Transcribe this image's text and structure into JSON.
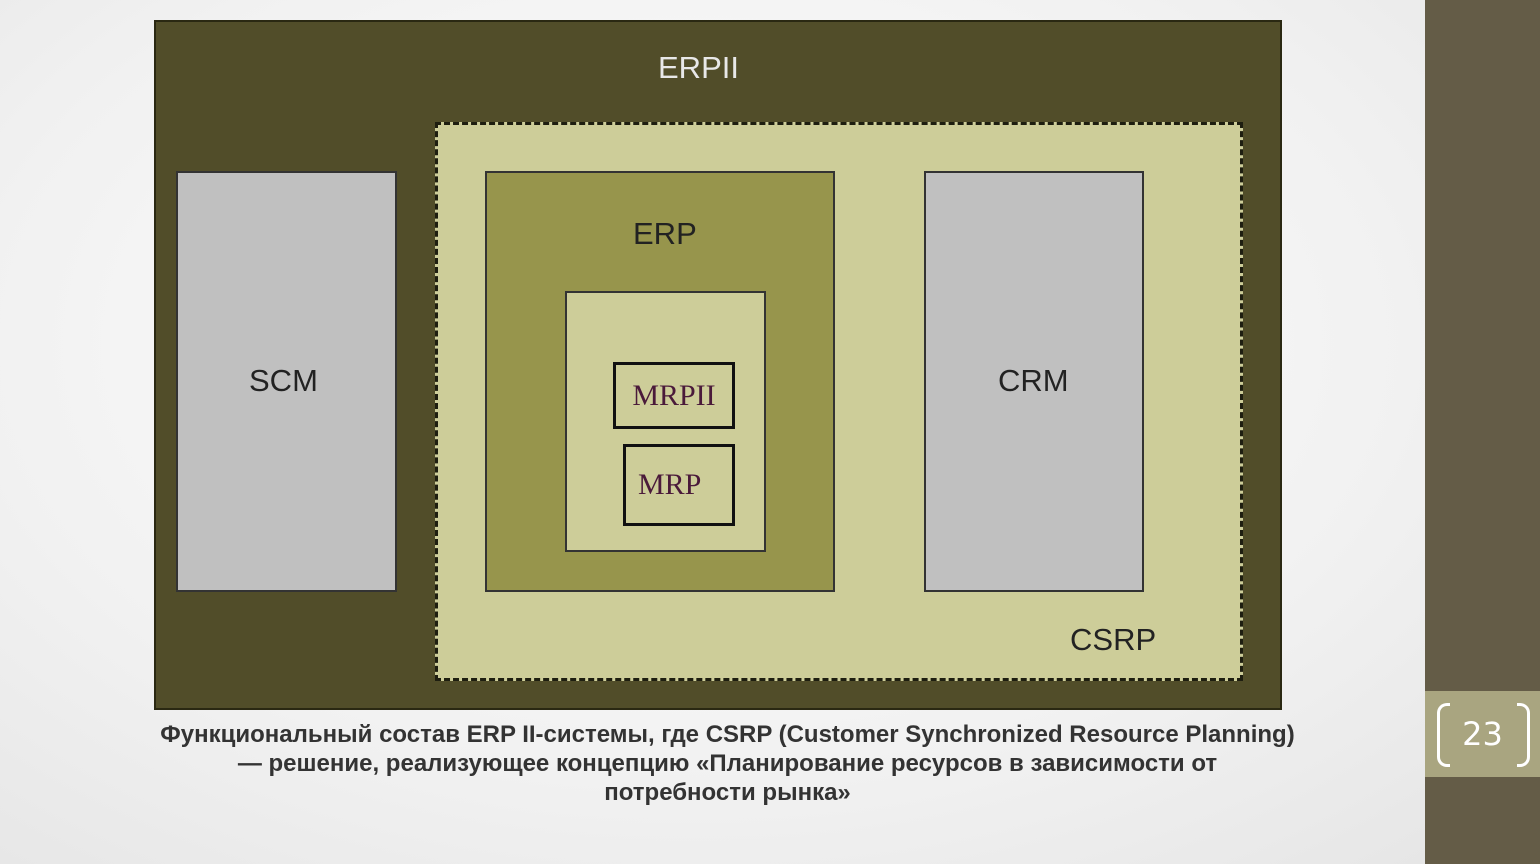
{
  "diagram": {
    "erp2": "ERPII",
    "scm": "SCM",
    "erp": "ERP",
    "mrp2": "MRPII",
    "mrp": "MRP",
    "crm": "CRM",
    "csrp": "CSRP"
  },
  "caption": [
    "Функциональный состав ERP II-системы,  где CSRP (Customer Synchronized Resource Planning)",
    "— решение, реализующее концепцию «Планирование ресурсов в зависимости  от",
    "потребности рынка»"
  ],
  "slide_number": "23"
}
